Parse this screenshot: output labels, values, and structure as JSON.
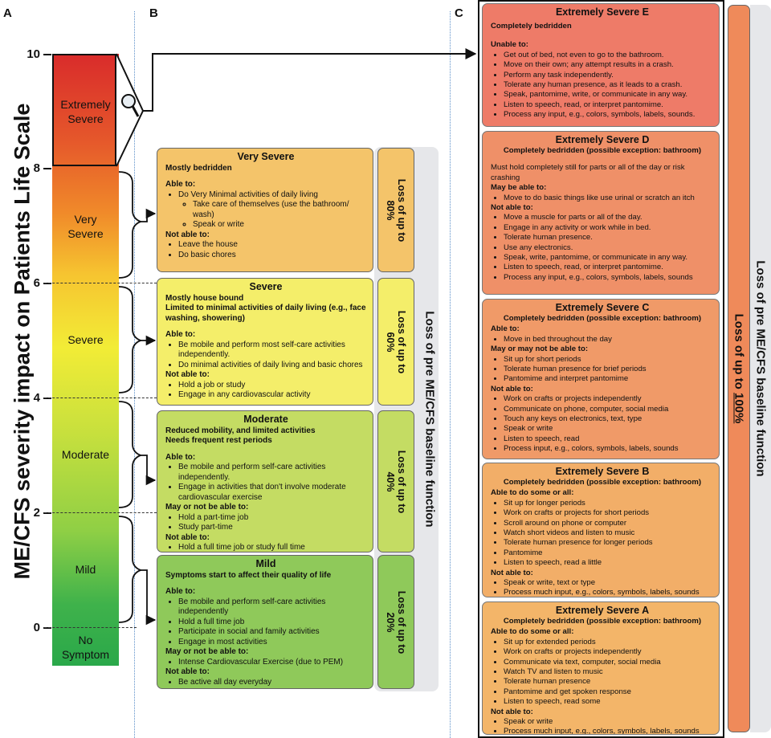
{
  "panel_labels": {
    "a": "A",
    "b": "B",
    "c": "C"
  },
  "scale": {
    "axis_title": "ME/CFS severity impact on Patients Life Scale",
    "ticks": [
      "10",
      "8",
      "6",
      "4",
      "2",
      "0"
    ],
    "levels": {
      "extremely_severe": [
        "Extremely",
        "Severe"
      ],
      "very_severe": [
        "Very",
        "Severe"
      ],
      "severe": "Severe",
      "moderate": "Moderate",
      "mild": "Mild",
      "none": [
        "No",
        "Symptom"
      ]
    }
  },
  "column_b": {
    "side_label": "Loss of pre ME/CFS baseline function",
    "very_severe": {
      "title": "Very Severe",
      "subtitle": "Mostly bedridden",
      "able_heading": "Able to:",
      "able_item": "Do Very Minimal activities of daily living",
      "able_sub": [
        "Take care of themselves (use the bathroom/ wash)",
        "Speak or write"
      ],
      "not_heading": "Not able to:",
      "not_items": [
        "Leave the house",
        "Do basic chores"
      ],
      "loss": [
        "Loss of up to",
        "80%"
      ]
    },
    "severe": {
      "title": "Severe",
      "subtitle1": "Mostly house bound",
      "subtitle2": "Limited to minimal activities of daily living (e.g., face washing, showering)",
      "able_heading": "Able to:",
      "able_items": [
        "Be mobile and perform most self-care activities independently.",
        "Do minimal activities of daily living and basic chores"
      ],
      "not_heading": "Not able to:",
      "not_items": [
        "Hold a job or study",
        "Engage in any cardiovascular activity"
      ],
      "loss": [
        "Loss of up to",
        "60%"
      ]
    },
    "moderate": {
      "title": "Moderate",
      "subtitle1": "Reduced mobility, and limited activities",
      "subtitle2": "Needs frequent rest periods",
      "able_heading": "Able to:",
      "able_items": [
        "Be mobile and perform self-care activities independently.",
        "Engage in activities that don't involve moderate cardiovascular exercise"
      ],
      "maybe_heading": "May or not be able to:",
      "maybe_items": [
        "Hold a part-time job",
        "Study part-time"
      ],
      "not_heading": "Not able to:",
      "not_items": [
        "Hold a full time job or study full time"
      ],
      "loss": [
        "Loss of up to",
        "40%"
      ]
    },
    "mild": {
      "title": "Mild",
      "subtitle": "Symptoms start to affect their quality of life",
      "able_heading": "Able to:",
      "able_items": [
        "Be mobile and perform self-care activities independently",
        "Hold a full time job",
        "Participate in social and family activities",
        "Engage in most activities"
      ],
      "maybe_heading": "May or not be able to:",
      "maybe_items": [
        "Intense Cardiovascular Exercise (due to PEM)"
      ],
      "not_heading": "Not able to:",
      "not_items": [
        "Be active all day everyday"
      ],
      "loss": [
        "Loss of up to",
        "20%"
      ]
    }
  },
  "column_c": {
    "side_label": "Loss of pre ME/CFS baseline function",
    "bar_prefix": "Loss of up to ",
    "bar_value": "100%",
    "e": {
      "title": "Extremely Severe E",
      "subtitle": "Completely bedridden",
      "unable_heading": "Unable to:",
      "unable_items": [
        "Get out of bed, not even to go to the bathroom.",
        "Move on their own; any attempt results in a crash.",
        "Perform any task independently.",
        "Tolerate any human presence, as it leads to a crash.",
        "Speak, pantomime, write, or communicate in any way.",
        "Listen to speech, read, or interpret pantomime.",
        "Process any input, e.g., colors, symbols, labels, sounds."
      ]
    },
    "d": {
      "title": "Extremely Severe D",
      "subtitle": "Completely bedridden (possible exception: bathroom)",
      "note": "Must hold completely still for parts or all of the day or risk crashing",
      "maybe_heading": "May be able to:",
      "maybe_items": [
        "Move to do basic things like use urinal or scratch an itch"
      ],
      "not_heading": "Not able to:",
      "not_items": [
        "Move a muscle for parts or all of the day.",
        "Engage in any activity or work while in bed.",
        "Tolerate human presence.",
        "Use any electronics.",
        "Speak, write, pantomime, or communicate in any way.",
        "Listen to speech, read, or interpret pantomime.",
        "Process any input, e.g., colors, symbols, labels, sounds"
      ]
    },
    "c": {
      "title": "Extremely Severe C",
      "subtitle": "Completely bedridden (possible exception: bathroom)",
      "able_heading": "Able to:",
      "able_items": [
        "Move in bed throughout the day"
      ],
      "maybe_heading": "May or may not be able to:",
      "maybe_items": [
        "Sit up for short periods",
        "Tolerate human presence for brief periods",
        "Pantomime and interpret pantomime"
      ],
      "not_heading": "Not able to:",
      "not_items": [
        "Work on crafts or projects independently",
        "Communicate on phone, computer, social media",
        "Touch any keys on electronics, text, type",
        "Speak or write",
        "Listen to speech, read",
        "Process input, e.g., colors, symbols, labels, sounds"
      ]
    },
    "b": {
      "title": "Extremely Severe B",
      "subtitle": "Completely bedridden (possible exception: bathroom)",
      "able_heading": "Able to do some or all:",
      "able_items": [
        "Sit up for longer periods",
        "Work on crafts or projects for short periods",
        "Scroll around on phone or computer",
        "Watch short videos and listen to music",
        "Tolerate human presence for longer periods",
        "Pantomime",
        "Listen to speech, read a little"
      ],
      "not_heading": "Not able to:",
      "not_items": [
        "Speak or write, text or type",
        "Process much input, e.g., colors, symbols, labels, sounds"
      ]
    },
    "a": {
      "title": "Extremely Severe A",
      "subtitle": "Completely bedridden (possible exception: bathroom)",
      "able_heading": "Able to do some or all:",
      "able_items": [
        "Sit up for extended periods",
        "Work on crafts or projects independently",
        "Communicate via text, computer, social media",
        "Watch TV and listen to music",
        "Tolerate human presence",
        "Pantomime and get spoken response",
        "Listen to speech, read some"
      ],
      "not_heading": "Not able to:",
      "not_items": [
        "Speak or write",
        "Process much input, e.g., colors, symbols, labels, sounds"
      ]
    }
  },
  "colors": {
    "very_severe": "#f4c46a",
    "severe": "#f4ee6a",
    "moderate": "#c4dc63",
    "mild": "#8fc95a",
    "es_e": "#ee7b68",
    "es_d": "#ef9068",
    "es_c": "#f09a68",
    "es_b": "#f2ae68",
    "es_a": "#f3b569"
  }
}
